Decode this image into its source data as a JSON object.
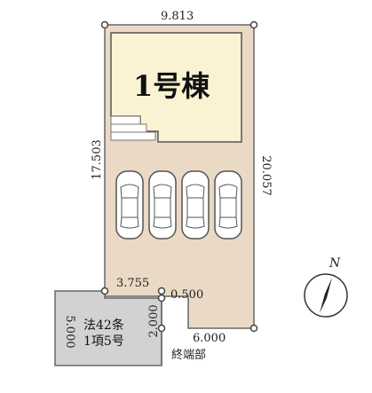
{
  "building": {
    "label": "1号棟"
  },
  "road": {
    "line1": "法42条",
    "line2": "1項5号"
  },
  "dimensions": {
    "top_width": "9.813",
    "left_depth": "17.503",
    "right_depth": "20.057",
    "bottom_width": "6.000",
    "notch_width": "3.755",
    "notch_offset": "0.500",
    "notch_depth": "2.000",
    "road_width": "5.000"
  },
  "end_label": "終端部",
  "compass": {
    "north": "N"
  },
  "colors": {
    "lot": "#ead9c5",
    "building": "#faf3d3",
    "road": "#d2d2d2",
    "outline": "#666666"
  },
  "parking": {
    "car_count": 4
  }
}
